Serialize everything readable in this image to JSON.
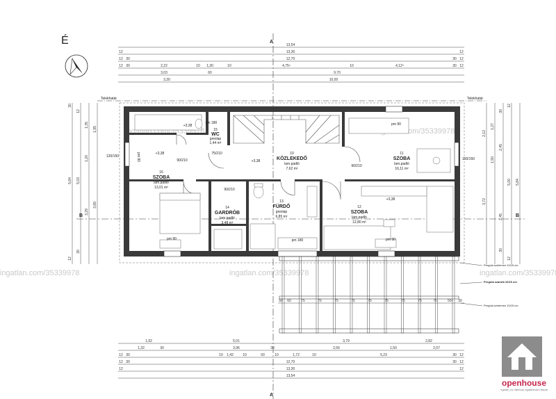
{
  "north_label": "É",
  "section_labels": {
    "a": "A",
    "b": "B"
  },
  "boundary_label": "Telekhatár",
  "watermark": "ingatlan.com/35339978",
  "rooms": [
    {
      "id": "wc",
      "num": "15",
      "name": "WC",
      "floor": "greslap",
      "area": "1,44 m²"
    },
    {
      "id": "kozlekedo",
      "num": "10",
      "name": "KÖZLEKEDŐ",
      "floor": "lam.padló",
      "area": "7,62 m²"
    },
    {
      "id": "szoba11",
      "num": "11",
      "name": "SZOBA",
      "floor": "lam.padló",
      "area": "16,11 m²"
    },
    {
      "id": "szoba16",
      "num": "16",
      "name": "SZOBA",
      "floor": "lam.padló",
      "area": "13,01 m²"
    },
    {
      "id": "gardrob",
      "num": "14",
      "name": "GARDRÓB",
      "floor": "lam.padló",
      "area": "3,48 m²"
    },
    {
      "id": "furdo",
      "num": "13",
      "name": "FÜRDŐ",
      "floor": "greslap",
      "area": "6,85 m²"
    },
    {
      "id": "szoba12",
      "num": "12",
      "name": "SZOBA",
      "floor": "lam.padló",
      "area": "12,80 m²"
    }
  ],
  "level_mark": "+3,38",
  "top_dims": {
    "r1": [
      "13,54"
    ],
    "r2": [
      "12",
      "13,30",
      "12"
    ],
    "r3": [
      "12",
      "30",
      "12,70",
      "30",
      "12"
    ],
    "r4": [
      "12",
      "30",
      "2,22",
      "10",
      "1,30",
      "10",
      "4,75⁵",
      "10",
      "4,12⁵",
      "30",
      "12"
    ],
    "r5": [
      "3,03",
      "60",
      "9,70"
    ],
    "r6": [
      "3,30",
      "10,00"
    ]
  },
  "bottom_dims": {
    "r1": [
      "1,92",
      "5,01",
      "3,79",
      "2,82"
    ],
    "r2": [
      "1,32",
      "30",
      "3,96",
      "30",
      "2,56",
      "1,50",
      "2,07"
    ],
    "r3": [
      "12",
      "30",
      "10",
      "1,42",
      "10",
      "93",
      "10",
      "1,72",
      "10",
      "5,23",
      "30",
      "12"
    ],
    "r4": [
      "12",
      "30",
      "12,70",
      "30",
      "12"
    ],
    "r5": [
      "12",
      "13,30",
      "12"
    ],
    "r6": [
      "13,54"
    ]
  },
  "left_dims": [
    "30",
    "12",
    "1,35",
    "1,95",
    "1,20",
    "5,84",
    "5,03",
    "3,29",
    "3,89",
    "30",
    "12"
  ],
  "right_dims": [
    "12",
    "30",
    "1,27",
    "2,12",
    "2,45",
    "1,50",
    "5,00",
    "5,84",
    "3,72",
    "2,45",
    "30",
    "12"
  ],
  "openings": [
    "pm 180",
    "pm 90",
    "pm 90",
    "pm 180",
    "pm 90",
    "pm 90",
    "120/150",
    "150/150",
    "90/210",
    "90/210",
    "90/210",
    "75/210"
  ],
  "pergola": {
    "dims": [
      "50",
      "60",
      "75",
      "75",
      "75",
      "75",
      "75",
      "75",
      "75",
      "75",
      "75",
      "55⁵",
      "30"
    ],
    "notes": [
      "Pergola szelemen 10/15 cm",
      "Pergola szarufa 10/15 cm",
      "Pergola szelemen 10/15 cm"
    ]
  },
  "logo": {
    "name": "openhouse",
    "tagline": "Ingatlan- és Hiteliroda Ingatlaniroda Hálózat"
  }
}
